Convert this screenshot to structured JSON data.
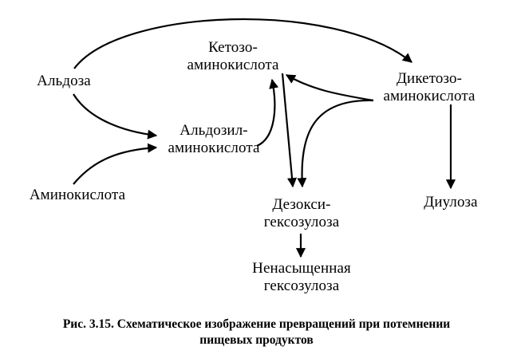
{
  "nodes": {
    "aldose": "Альдоза",
    "amino_acid": "Аминокислота",
    "ketose_amino_acid": [
      "Кетозо-",
      "аминокислота"
    ],
    "aldosyl_amino_acid": [
      "Альдозил-",
      "аминокислота"
    ],
    "diketose_amino_acid": [
      "Дикетозо-",
      "аминокислота"
    ],
    "deoxyhexosulose": [
      "Дезокси-",
      "гексозулоза"
    ],
    "diulose": "Диулоза",
    "unsaturated_hexosulose": [
      "Ненасыщенная",
      "гексозулоза"
    ]
  },
  "caption": {
    "line1": "Рис. 3.15. Схематическое изображение превращений при потемнении",
    "line2": "пищевых продуктов"
  }
}
